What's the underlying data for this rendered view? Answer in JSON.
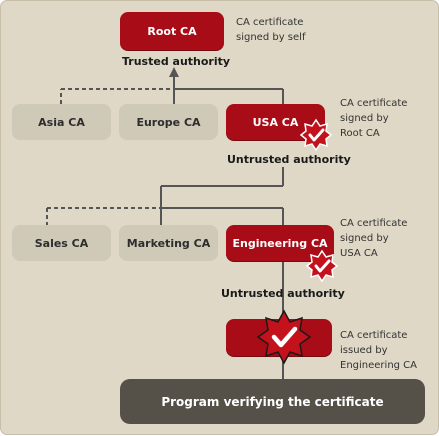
{
  "diagram": {
    "nodes": {
      "root_ca": "Root CA",
      "asia_ca": "Asia CA",
      "europe_ca": "Europe CA",
      "usa_ca": "USA CA",
      "sales_ca": "Sales CA",
      "marketing_ca": "Marketing CA",
      "engineering_ca": "Engineering CA",
      "program": "Program verifying the certificate"
    },
    "labels": {
      "trusted": "Trusted authority",
      "untrusted_1": "Untrusted authority",
      "untrusted_2": "Untrusted authority"
    },
    "notes": {
      "root": "CA certificate\nsigned by self",
      "usa": "CA certificate\nsigned by\nRoot CA",
      "engineering": "CA certificate\nsigned by\nUSA CA",
      "issued": "CA certificate\nissued by\nEngineering CA"
    },
    "colors": {
      "background": "#dfd8c6",
      "red_box": "#a80d17",
      "grey_box": "#cfc9b7",
      "dark_box": "#555149",
      "seal": "#c4121c"
    },
    "icons": [
      "certificate-seal-icon"
    ]
  }
}
